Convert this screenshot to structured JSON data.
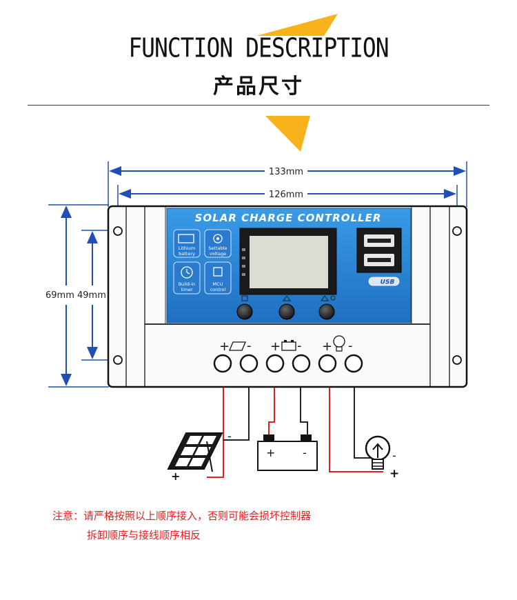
{
  "header": {
    "title_en": "FUNCTION DESCRIPTION",
    "title_cn": "产品尺寸"
  },
  "dimensions": {
    "width_outer": "133mm",
    "width_inner": "126mm",
    "height_outer": "69mm",
    "height_inner": "49mm"
  },
  "panel": {
    "brand_title": "SOLAR CHARGE CONTROLLER",
    "features": [
      {
        "line1": "Lithium",
        "line2": "battery"
      },
      {
        "line1": "Settable",
        "line2": "voltage"
      },
      {
        "line1": "Build-in",
        "line2": "timer"
      },
      {
        "line1": "MCU",
        "line2": "control"
      }
    ],
    "usb_label": "USB"
  },
  "terminals": {
    "solar_plus": "+",
    "solar_minus": "-",
    "battery_plus": "+",
    "battery_minus": "-",
    "load_plus": "+",
    "load_minus": "-"
  },
  "wiring": {
    "solar_plus": "+",
    "solar_minus": "-",
    "battery_plus": "+",
    "battery_minus": "-",
    "load_plus": "+",
    "load_minus": "-"
  },
  "note": {
    "line1": "注意：请严格按照以上顺序接入，否则可能会损坏控制器",
    "line2": "拆卸顺序与接线顺序相反"
  },
  "colors": {
    "accent": "#f7b21c",
    "dimension": "#1f4fb4",
    "panel_blue": "#2f8ad8",
    "wire_red": "#e02020",
    "note_red": "#e02020"
  }
}
